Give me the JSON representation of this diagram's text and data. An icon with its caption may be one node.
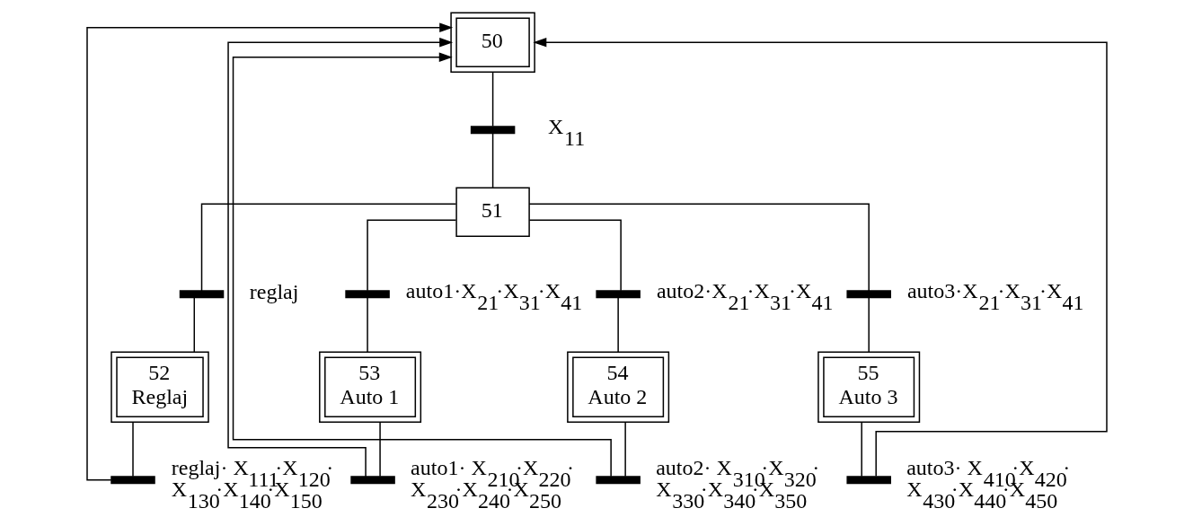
{
  "diagram": {
    "nodes": [
      {
        "text": [
          "50"
        ]
      },
      {
        "text": [],
        "shape": "bar",
        "beside": [
          "X$_{11}$"
        ]
      },
      {
        "text": [
          "51"
        ]
      },
      {
        "text": [],
        "shape": "bar",
        "beside": [
          "reglaj"
        ]
      },
      {
        "text": [],
        "shape": "bar",
        "beside": [
          "auto1·X$_{21}$·X$_{31}$·X$_{41}$"
        ]
      },
      {
        "text": [],
        "shape": "bar",
        "beside": [
          "auto2·X$_{21}$·X$_{31}$·X$_{41}$"
        ]
      },
      {
        "text": [],
        "shape": "bar",
        "beside": [
          "auto3·X$_{21}$·X$_{31}$·X$_{41}$"
        ]
      },
      {
        "text": [
          "52",
          "Reglaj"
        ]
      },
      {
        "text": [
          "53",
          "Auto 1"
        ]
      },
      {
        "text": [
          "54",
          "Auto 2"
        ]
      },
      {
        "text": [
          "55",
          "Auto 3"
        ]
      },
      {
        "text": [],
        "shape": "bar",
        "beside": [
          "reglaj· X$_{111}$·X$_{120}$· X$_{130}$·X$_{140}$·X$_{150}$"
        ]
      },
      {
        "text": [],
        "shape": "bar",
        "beside": [
          "auto1· X$_{210}$·X$_{220}$· X$_{230}$·X$_{240}$·X$_{250}$"
        ]
      },
      {
        "text": [],
        "shape": "bar",
        "beside": [
          "auto2· X$_{310}$·X$_{320}$· X$_{330}$·X$_{340}$·X$_{350}$"
        ]
      },
      {
        "text": [],
        "shape": "bar",
        "beside": [
          "auto3· X$_{410}$·X$_{420}$· X$_{430}$·X$_{440}$·X$_{450}$"
        ]
      }
    ],
    "edges": [
      {
        "from": 0,
        "to": 1,
        "arrow": "none"
      },
      {
        "from": 1,
        "to": 2,
        "arrow": "none"
      },
      {
        "from": 2,
        "to": 3,
        "arrow": "none"
      },
      {
        "from": 2,
        "to": 4,
        "arrow": "none"
      },
      {
        "from": 2,
        "to": 5,
        "arrow": "none"
      },
      {
        "from": 2,
        "to": 6,
        "arrow": "none"
      },
      {
        "from": 3,
        "to": 7,
        "arrow": "none"
      },
      {
        "from": 4,
        "to": 8,
        "arrow": "none"
      },
      {
        "from": 5,
        "to": 9,
        "arrow": "none"
      },
      {
        "from": 6,
        "to": 10,
        "arrow": "none"
      },
      {
        "from": 7,
        "to": 11,
        "arrow": "none"
      },
      {
        "from": 8,
        "to": 12,
        "arrow": "none"
      },
      {
        "from": 9,
        "to": 13,
        "arrow": "none"
      },
      {
        "from": 10,
        "to": 14,
        "arrow": "none"
      },
      {
        "from": 11,
        "to": 0,
        "arrow": "to"
      },
      {
        "from": 12,
        "to": 0,
        "arrow": "to"
      },
      {
        "from": 13,
        "to": 0,
        "arrow": "to"
      },
      {
        "from": 14,
        "to": 0,
        "arrow": "to"
      }
    ]
  }
}
